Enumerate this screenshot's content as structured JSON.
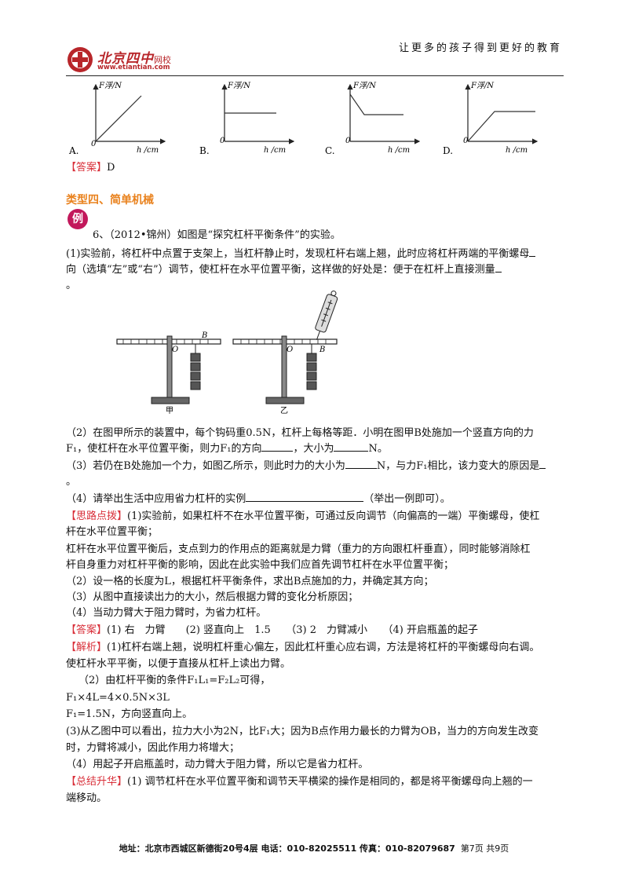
{
  "header": {
    "slogan": "让更多的孩子得到更好的教育",
    "logo_text": "北京四中",
    "logo_suffix": "网校",
    "logo_url": "www.etiantian.com"
  },
  "graphs": {
    "ylabel": "F浮/N",
    "xlabel": "h /cm",
    "origin": "0",
    "options": [
      "A.",
      "B.",
      "C.",
      "D."
    ]
  },
  "answer_prev": {
    "tag": "【答案】",
    "text": "D"
  },
  "section_title": "类型四、简单机械",
  "example_badge": "例",
  "question": {
    "title": "6、（2012•锦州）如图是“探究杠杆平衡条件”的实验。",
    "p1a": "(1)实验前，将杠杆中点置于支架上，当杠杆静止时，发现杠杆右端上翘，此时应将杠杆两端的平衡螺母",
    "p1b": "向（选填“左”或“右”）调节，使杠杆在水平位置平衡，这样做的好处是：便于在杠杆上直接测量",
    "p1c": "。",
    "p2a": "（2）在图甲所示的装置中，每个钩码重0.5N，杠杆上每格等距．小明在图甲B处施加一个竖直方向的力",
    "p2b1": "F₁，使杠杆在水平位置平衡，则力F₁的方向",
    "p2b2": "，大小为",
    "p2b3": "N。",
    "p3a1": "（3）若仍在B处施加一个力，如图乙所示，则此时力的大小为",
    "p3a2": "N，与力F₁相比，该力变大的原因是",
    "p3b": "。",
    "p4a": "（4）请举出生活中应用省力杠杆的实例",
    "p4b": "（举出一例即可）。"
  },
  "figure": {
    "label_o": "O",
    "label_b": "B",
    "label_jia": "甲",
    "label_yi": "乙"
  },
  "analysis": {
    "tag": "【思路点拨】",
    "l1": "(1)实验前，如果杠杆不在水平位置平衡，可通过反向调节（向偏高的一端）平衡螺母，使杠",
    "l2": "杆在水平位置平衡；",
    "l3": "杠杆在水平位置平衡后，支点到力的作用点的距离就是力臂（重力的方向跟杠杆垂直），同时能够消除杠",
    "l4": "杆自身重力对杠杆平衡的影响，因此在此实验中我们应首先调节杠杆在水平位置平衡；",
    "l5": "（2）设一格的长度为L，根据杠杆平衡条件，求出B点施加的力，并确定其方向；",
    "l6": "（3）从图中直接读出力的大小，然后根据力臂的变化分析原因；",
    "l7": "（4）当动力臂大于阻力臂时，为省力杠杆。"
  },
  "answer": {
    "tag": "【答案】",
    "text": "(1) 右　力臂　　(2) 竖直向上　1.5　　（3) 2　力臂减小　　（4) 开启瓶盖的起子"
  },
  "explain": {
    "tag": "【解析】",
    "l1": "(1)杠杆右端上翘，说明杠杆重心偏左，因此杠杆重心应右调，方法是将杠杆的平衡螺母向右调。",
    "l2": "使杠杆水平平衡，以便于直接从杠杆上读出力臂。",
    "l3": "（2）由杠杆平衡的条件F₁L₁=F₂L₂可得，",
    "l4": "F₁×4L=4×0.5N×3L",
    "l5": "F₁=1.5N，方向竖直向上。",
    "l6": "(3)从乙图中可以看出，拉力大小为2N，比F₁大；因为B点作用力最长的力臂为OB，当力的方向发生改变",
    "l7": "时，力臂将减小，因此作用力将增大；",
    "l8": "（4）用起子开启瓶盖时，动力臂大于阻力臂，所以它是省力杠杆。"
  },
  "summary": {
    "tag": "【总结升华】",
    "l1": "(1) 调节杠杆在水平位置平衡和调节天平横梁的操作是相同的，都是将平衡螺母向上翘的一",
    "l2": "端移动。"
  },
  "footer": {
    "address": "地址：北京市西城区新德街20号4层 电话：010-82025511 传真：010-82079687",
    "page": "第7页 共9页"
  }
}
